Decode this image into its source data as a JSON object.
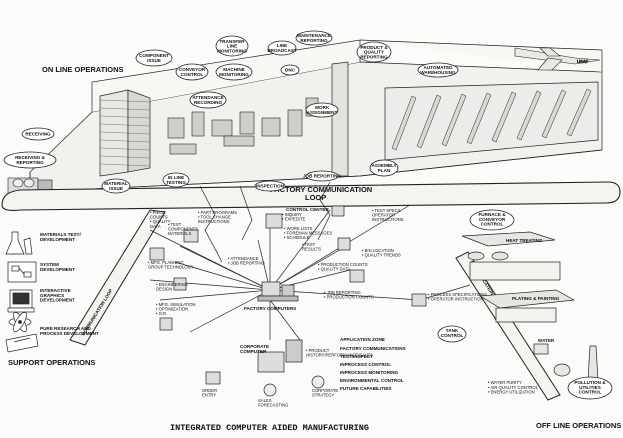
{
  "title": "INTEGRATED COMPUTER AIDED MANUFACTURING",
  "sections": {
    "online": "ON LINE OPERATIONS",
    "offline": "OFF LINE OPERATIONS",
    "support": "SUPPORT OPERATIONS"
  },
  "loops": {
    "factory_line1": "FACTORY COMMUNICATION",
    "factory_line2": "LOOP",
    "communication_loop": "COMMUNICATION LOOP"
  },
  "online_bubbles": [
    [
      "RECEIVING &",
      "REPORTING"
    ],
    [
      "RECEIVING"
    ],
    [
      "COMPONENT",
      "ISSUE"
    ],
    [
      "ATTENDANCE",
      "RECORDING"
    ],
    [
      "CONVEYOR",
      "CONTROL"
    ],
    [
      "MACHINE",
      "MONITORING"
    ],
    [
      "TRANSFER",
      "LINE",
      "MONITORING"
    ],
    [
      "LINE",
      "BROADCAST"
    ],
    [
      "DNC"
    ],
    [
      "MAINTENANCE",
      "REPORTING"
    ],
    [
      "PRODUCT &",
      "QUALITY",
      "REPORTING"
    ],
    [
      "AUTOMATED",
      "WAREHOUSING"
    ],
    [
      "WORK",
      "ASSIGNMENT"
    ],
    [
      "ASSEMBLY",
      "PLAN"
    ],
    [
      "MATERIAL",
      "ISSUE"
    ],
    [
      "IN LINE",
      "TESTING"
    ],
    [
      "INSPECTION"
    ],
    [
      "JOB REPORTING"
    ]
  ],
  "aircraft_mark": "USAF",
  "support_items": [
    [
      "MATERIALS TEST/",
      "DEVELOPMENT"
    ],
    [
      "SYSTEM",
      "DEVELOPMENT"
    ],
    [
      "INTERACTIVE",
      "GRAPHICS",
      "DEVELOPMENT"
    ],
    [
      "PURE RESEARCH AND",
      "PROCESS DEVELOPMENT"
    ]
  ],
  "control_center": "CONTROL CENTER",
  "factory_computers": "FACTORY COMPUTERS",
  "corporate_computer": [
    "CORPORATE",
    "COMPUTER"
  ],
  "center_notes": {
    "piece_counts": [
      "• PIECE",
      "COUNTS",
      "• QUALITY",
      "DATA"
    ],
    "part_programs": [
      "• PART PROGRAMS",
      "• TOOL CHANGE",
      "INSTRUCTIONS"
    ],
    "test_components": [
      "• TEST",
      "COMPONENTS",
      "MATERIALS"
    ],
    "inquiry": [
      "• INQUIRY",
      "• EXPEDITE"
    ],
    "work_lists": [
      "• WORK LISTS",
      "• FOREMAN MESSAGES",
      "• SCHEDULE"
    ],
    "test_results": [
      "• TEST",
      "RESULTS"
    ],
    "test_specs": [
      "• TEST SPECS",
      "OPERATOR",
      "INSTRUCTIONS"
    ],
    "attendance": [
      "• ATTENDANCE",
      "• JOB REPORTING"
    ],
    "mfg_planning": [
      "• MFG. PLANNING",
      "GROUP TECHNOLOGY"
    ],
    "bin_location": [
      "• BIN LOCATION",
      "• QUALITY TRENDS"
    ],
    "production_counts": [
      "• PRODUCTION COUNTS",
      "• QUALITY DATA"
    ],
    "engineering": [
      "• ENGINEERING",
      "DESIGN"
    ],
    "job_reporting": [
      "• JOB REPORTING",
      "• PRODUCTION COUNTS"
    ],
    "process_specs": [
      "• PROCESS SPECIFICATIONS",
      "• OPERATOR INSTRUCTION"
    ],
    "mfg_simulation": [
      "• MFG. SIMULATION",
      "• OPTIMIZATION",
      "• O.R."
    ],
    "product_history": [
      "• PRODUCT",
      "HISTORY/PERFORMANCE/SALES"
    ],
    "order_entry": [
      "ORDER",
      "ENTRY"
    ],
    "sales_forecasting": [
      "SALES",
      "FORECASTING"
    ],
    "corporate_strategy": [
      "CORPORATE",
      "STRATEGY"
    ]
  },
  "application_zone": {
    "heading": "APPLICATION ZONE",
    "items": [
      "FACTORY COMMUNICATIONS",
      "TEST/INSPECT",
      "INPROCESS CONTROL",
      "INPROCESS MONITORING",
      "ENVIRONMENTAL CONTROL",
      "FUTURE CAPABILITIES"
    ]
  },
  "offline": {
    "furnace": [
      "FURNACE  &",
      "CONVEYOR",
      "CONTROL"
    ],
    "heat_treating": "HEAT TREATING",
    "plating": "PLATING & PAINTING",
    "tank_control": [
      "TANK",
      "CONTROL"
    ],
    "water": "WATER",
    "pollution": [
      "POLLUTION &",
      "UTILITIES",
      "CONTROL"
    ],
    "utilities": [
      "• WATER PURITY",
      "• AIR QUALITY CONTROL",
      "• ENERGY UTILIZATION"
    ]
  }
}
